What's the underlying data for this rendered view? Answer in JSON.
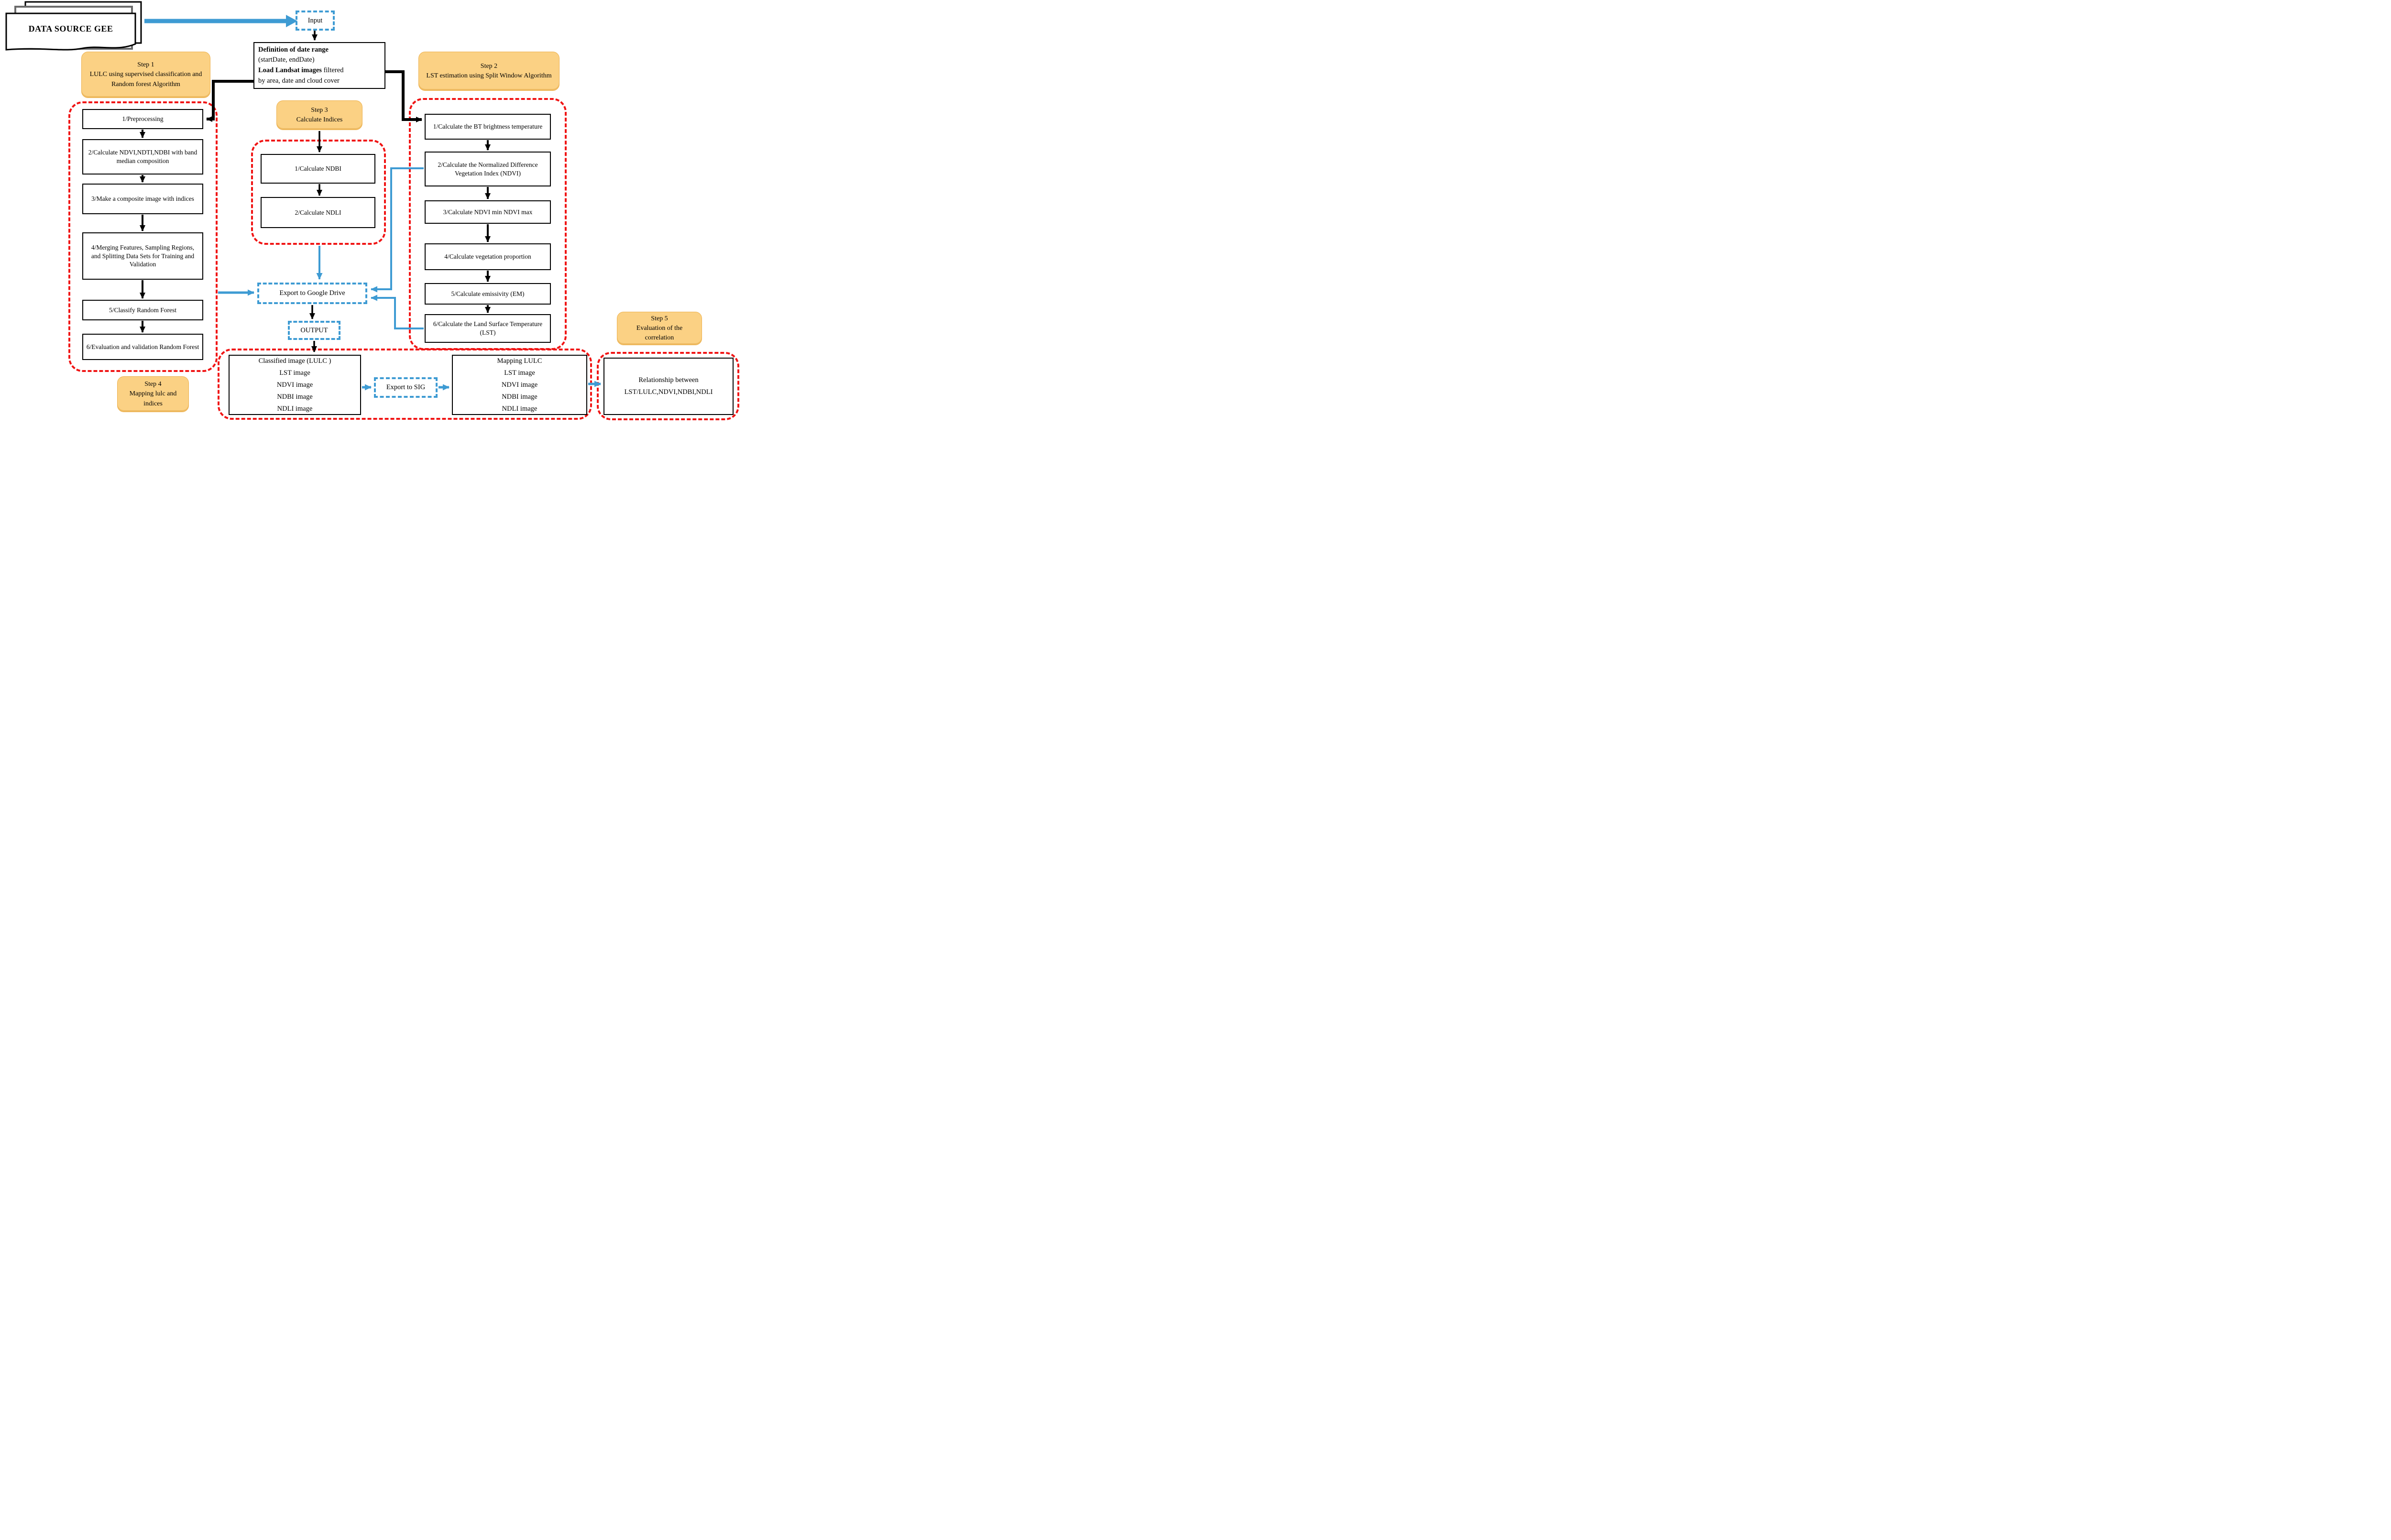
{
  "palette": {
    "accent_blue": "#3E9BD3",
    "dashed_red": "#F01414",
    "step_orange_fill": "#FBD184",
    "step_orange_border": "#EDB14E",
    "line_black": "#000000"
  },
  "data_source": {
    "label": "DATA SOURCE GEE"
  },
  "input_node": {
    "label": "Input"
  },
  "definition": {
    "line1_bold": "Definition of date range",
    "line2": "(startDate, endDate)",
    "line3_bold": "Load Landsat images",
    "line3_rest": " filtered",
    "line4": "by area, date and cloud cover"
  },
  "step1": {
    "title": "Step 1",
    "subtitle": "LULC using supervised classification  and Random forest Algorithm",
    "boxes": [
      "1/Preprocessing",
      "2/Calculate NDVI,NDTI,NDBI with band median composition",
      "3/Make a composite  image with indices",
      "4/Merging Features, Sampling Regions, and Splitting Data Sets for Training and Validation",
      "5/Classify  Random Forest",
      "6/Evaluation  and validation  Random Forest"
    ]
  },
  "step2": {
    "title": "Step 2",
    "subtitle": "LST estimation  using Split Window Algorithm",
    "boxes": [
      "1/Calculate the BT brightness  temperature",
      "2/Calculate the Normalized Difference  Vegetation  Index (NDVI)",
      "3/Calculate NDVI min NDVI max",
      "4/Calculate vegetation proportion",
      "5/Calculate emissivity  (EM)",
      "6/Calculate the Land Surface Temperature  (LST)"
    ]
  },
  "step3": {
    "title": "Step 3",
    "subtitle": "Calculate Indices",
    "boxes": [
      "1/Calculate NDBI",
      "2/Calculate NDLI"
    ]
  },
  "step4": {
    "title": "Step 4",
    "subtitle": "Mapping lulc and  indices"
  },
  "step5": {
    "title": "Step 5",
    "subtitle": "Evaluation  of the correlation"
  },
  "export_drive": {
    "label": "Export to Google Drive"
  },
  "output_node": {
    "label": "OUTPUT"
  },
  "export_sig": {
    "label": "Export to SIG"
  },
  "results_left": {
    "lines": [
      "Classified  image (LULC )",
      "LST image",
      "NDVI image",
      "NDBI image",
      "NDLI image"
    ]
  },
  "results_right": {
    "lines": [
      "Mapping LULC",
      "LST image",
      "NDVI image",
      "NDBI image",
      "NDLI image"
    ]
  },
  "relationship": {
    "line1": "Relationship  between",
    "line2": "LST/LULC,NDVI,NDBI,NDLI"
  }
}
